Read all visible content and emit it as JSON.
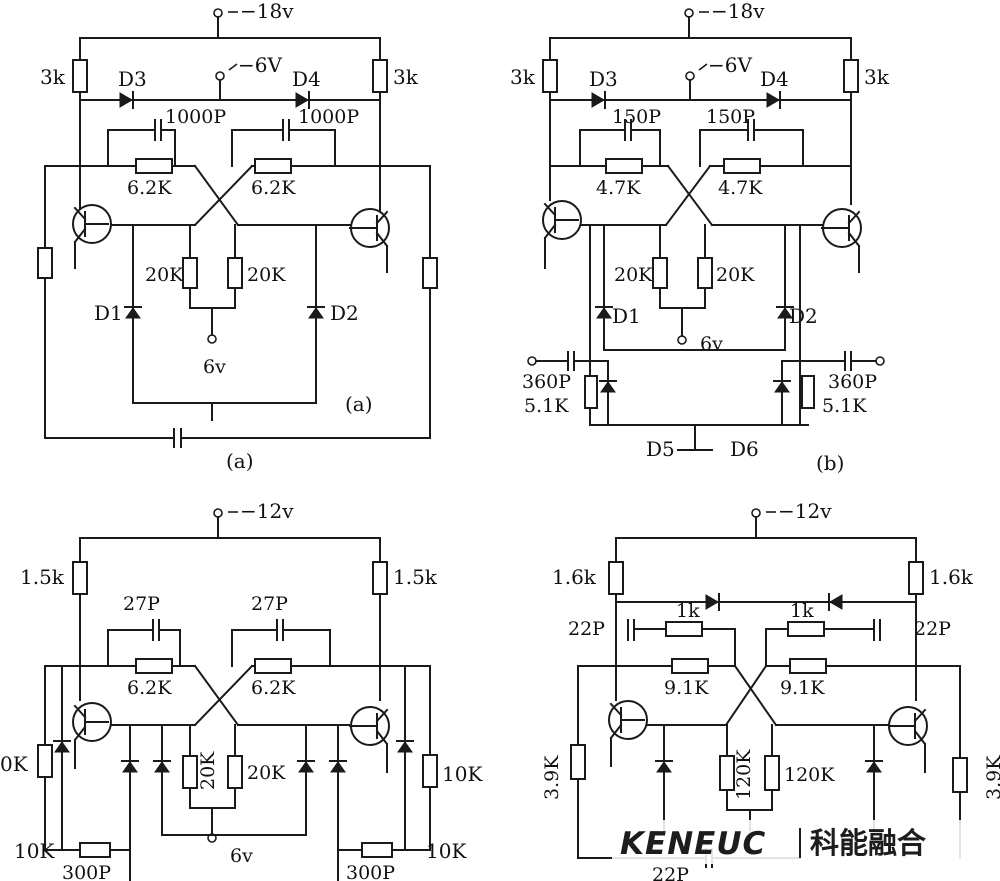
{
  "circuits": {
    "a": {
      "supply": "−18v",
      "mid_supply": "−6V",
      "collector_r": "3k",
      "diodes_top": [
        "D3",
        "D4"
      ],
      "caps": [
        "1000P",
        "1000P"
      ],
      "base_r": "6.2K",
      "emitter_r": "20K",
      "diodes_bottom": [
        "D1",
        "D2"
      ],
      "bias": "6v",
      "tag_inner": "(a)",
      "tag_outer": "(a)"
    },
    "b": {
      "supply": "−18v",
      "mid_supply": "−6V",
      "collector_r": "3k",
      "diodes_top": [
        "D3",
        "D4"
      ],
      "caps": [
        "150P",
        "150P"
      ],
      "base_r": "4.7K",
      "emitter_r": "20K",
      "diodes_bottom": [
        "D1",
        "D2"
      ],
      "bias": "6v",
      "trigger_cap": "360P",
      "trigger_r": "5.1K",
      "diodes_trigger": [
        "D5",
        "D6"
      ],
      "tag": "(b)"
    },
    "c": {
      "supply": "−12v",
      "collector_r": "1.5k",
      "caps": [
        "27P",
        "27P"
      ],
      "base_r": "6.2K",
      "emitter_r": "20K",
      "emitter_r_rot": "20K",
      "side_r_left": "0K",
      "side_r_right": "10K",
      "bottom_r": "10K",
      "bottom_cap": "300P",
      "bias": "6v"
    },
    "d": {
      "supply": "−12v",
      "collector_r": "1.6k",
      "series_r": "1k",
      "caps": [
        "22P",
        "22P"
      ],
      "base_r": "9.1K",
      "emitter_r": "120K",
      "side_r": "3.9K",
      "bottom_cap": "22P"
    }
  },
  "watermark": {
    "latin": "KENEUC",
    "cjk": "科能融合"
  }
}
